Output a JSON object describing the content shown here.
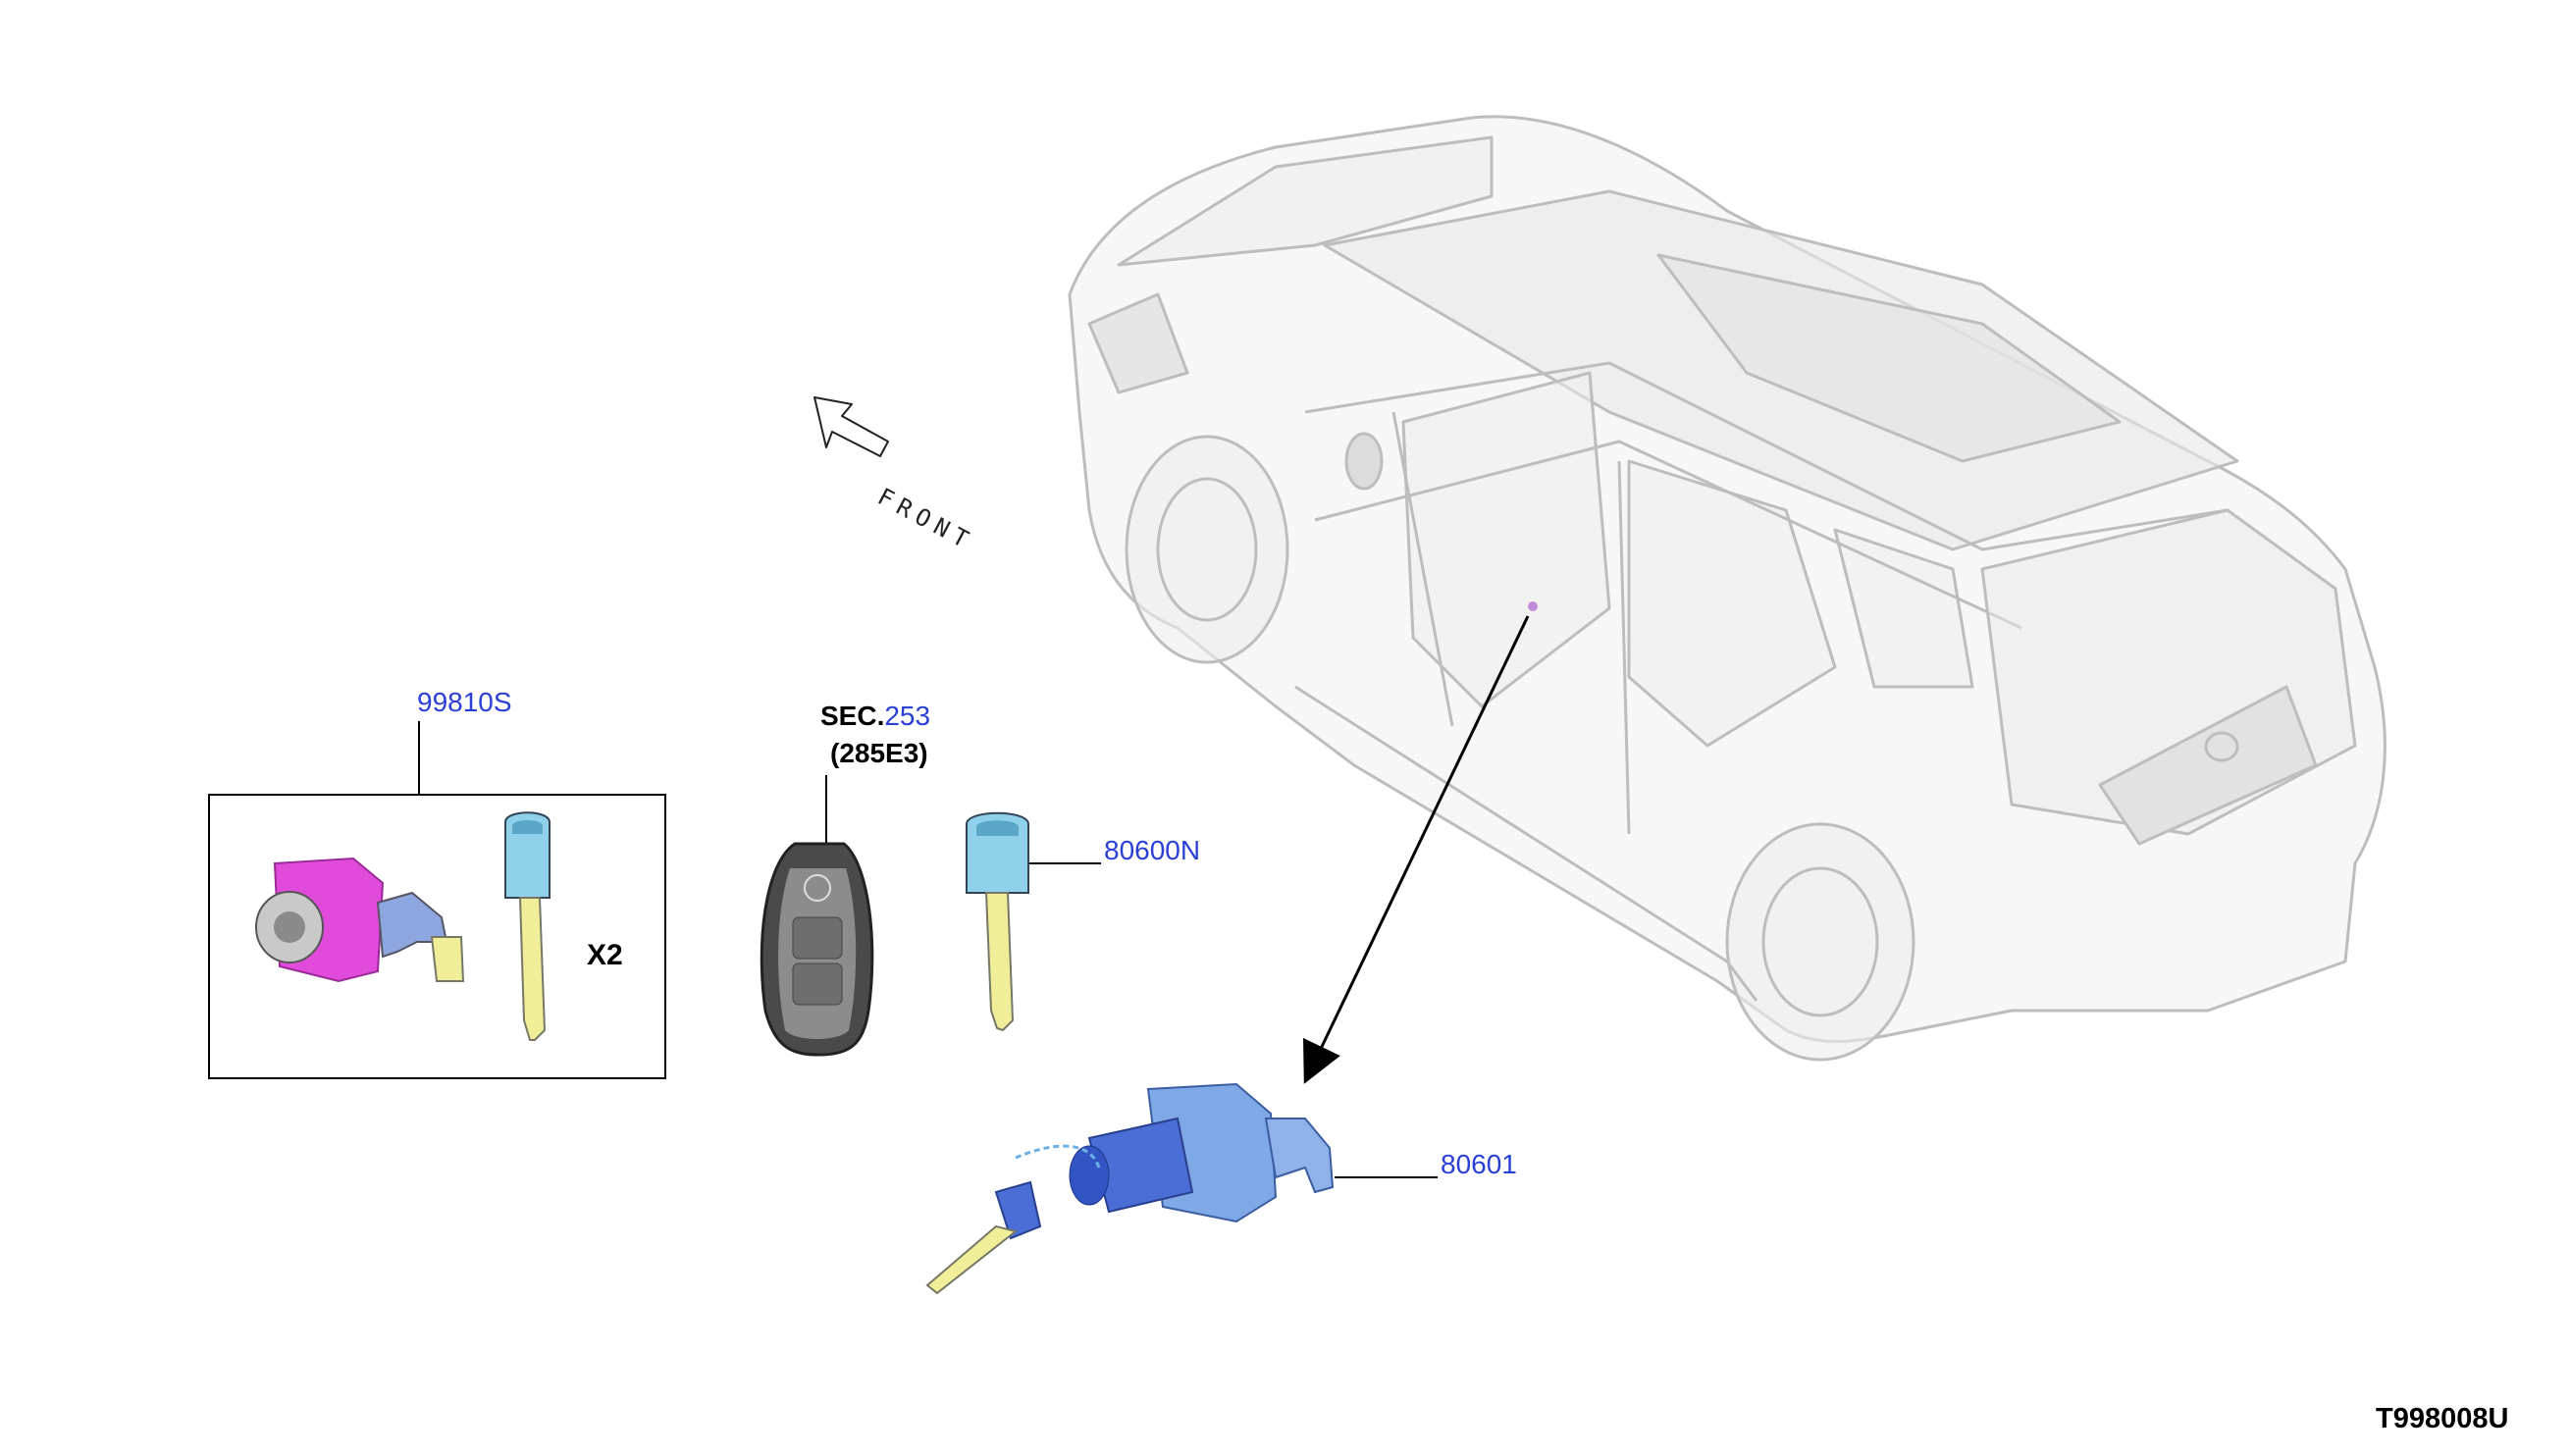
{
  "diagram": {
    "front_label": "FRONT",
    "sec_prefix": "SEC.",
    "sec_number": "253",
    "sec_sub": "(285E3)",
    "kit_part": "99810S",
    "key_part": "80600N",
    "cylinder_part": "80601",
    "qty_label": "X2",
    "drawing_code": "T998008U"
  },
  "colors": {
    "part_number": "#2a3fd6",
    "magenta_part": "#e14bdc",
    "key_head": "#8fd0ea",
    "key_blade": "#f1ee9a",
    "cylinder_blue": "#6f9fe0",
    "vehicle_outline": "#b8b8b8"
  },
  "icons": [
    "front-arrow-icon",
    "smart-key-icon",
    "vehicle-illustration"
  ]
}
